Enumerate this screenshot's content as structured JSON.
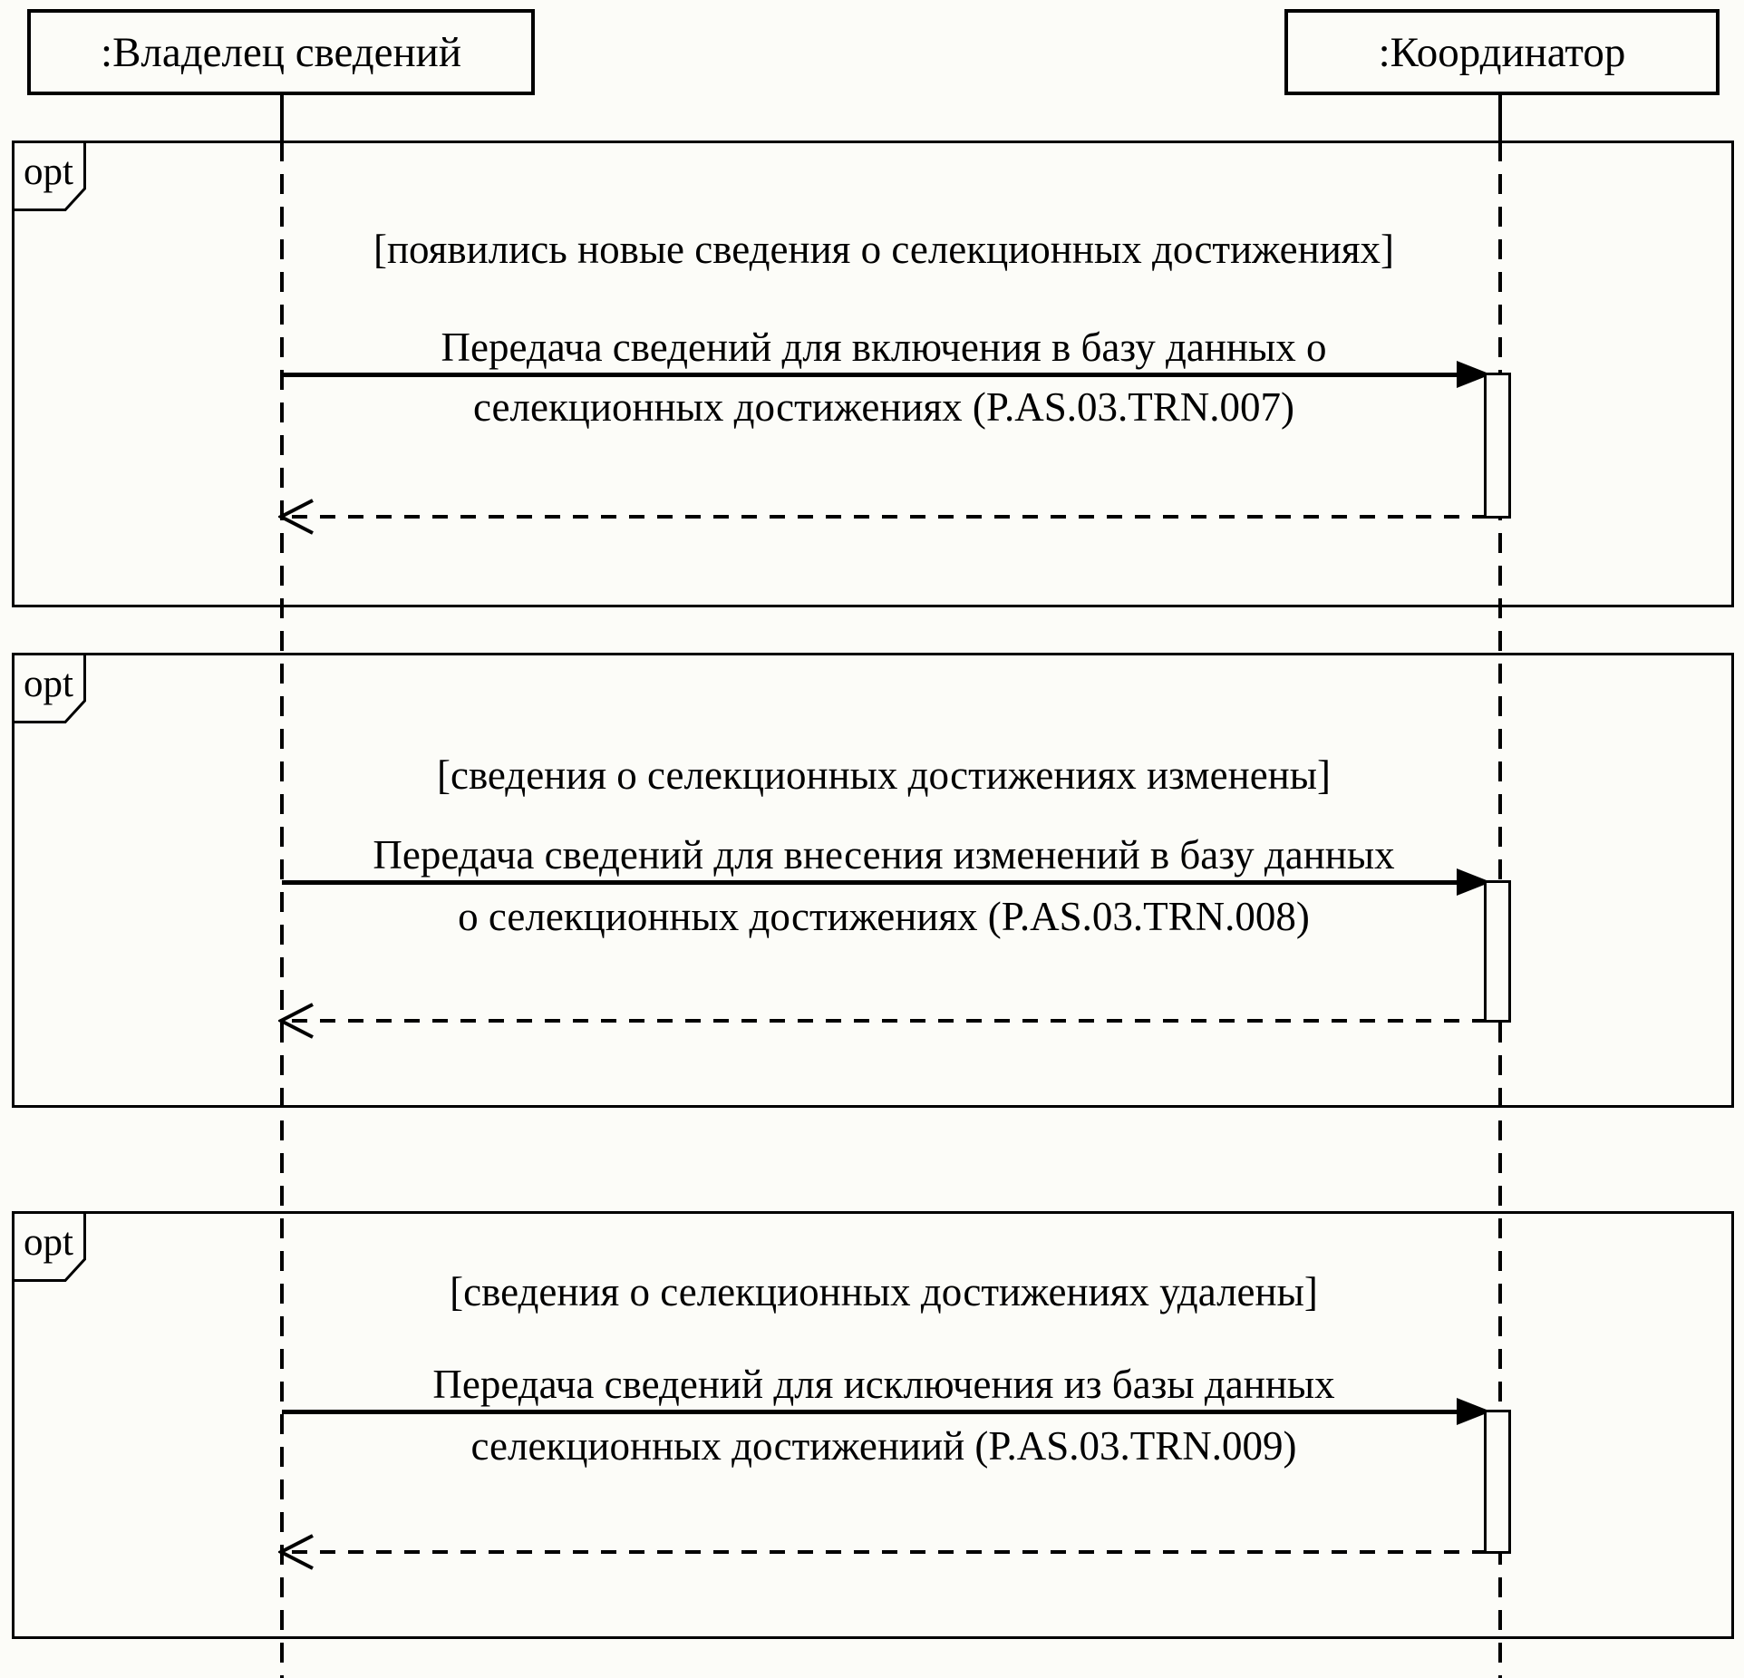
{
  "diagram_title": "",
  "colors": {
    "line": "#000000",
    "background": "#fcfcf8"
  },
  "actors": {
    "owner": {
      "label": ":Владелец сведений"
    },
    "coordinator": {
      "label": ":Координатор"
    }
  },
  "fragments": [
    {
      "operator": "opt",
      "guard": "[появились новые сведения о селекционных достижениях]",
      "message": {
        "line1": "Передача сведений для включения в базу данных о",
        "line2": "селекционных достижениях (P.AS.03.TRN.007)"
      }
    },
    {
      "operator": "opt",
      "guard": "[сведения о селекционных достижениях изменены]",
      "message": {
        "line1": "Передача сведений для внесения изменений в базу данных",
        "line2": "о селекционных достижениях (P.AS.03.TRN.008)"
      }
    },
    {
      "operator": "opt",
      "guard": "[сведения о селекционных достижениях удалены]",
      "message": {
        "line1": "Передача сведений для исключения из базы данных",
        "line2": "селекционных достижениий (P.AS.03.TRN.009)"
      }
    }
  ]
}
